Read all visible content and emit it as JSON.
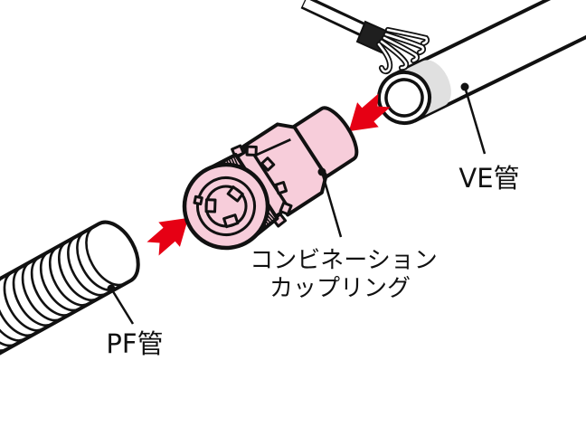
{
  "diagram": {
    "labels": {
      "ve_pipe": "VE管",
      "coupling_line1": "コンビネーション",
      "coupling_line2": "カップリング",
      "pf_pipe": "PF管"
    },
    "colors": {
      "background": "#ffffff",
      "outline": "#111111",
      "coupling_pink": "#f7cdda",
      "pipe_white": "#ffffff",
      "ve_pipe_band_gray": "#e0e0e0",
      "arrow_red": "#e60014",
      "cable_band_dark": "#1f1f1f"
    },
    "arrows": [
      {
        "name": "pf-to-coupling",
        "direction": "up-right"
      },
      {
        "name": "ve-to-coupling",
        "direction": "down-left"
      }
    ]
  }
}
